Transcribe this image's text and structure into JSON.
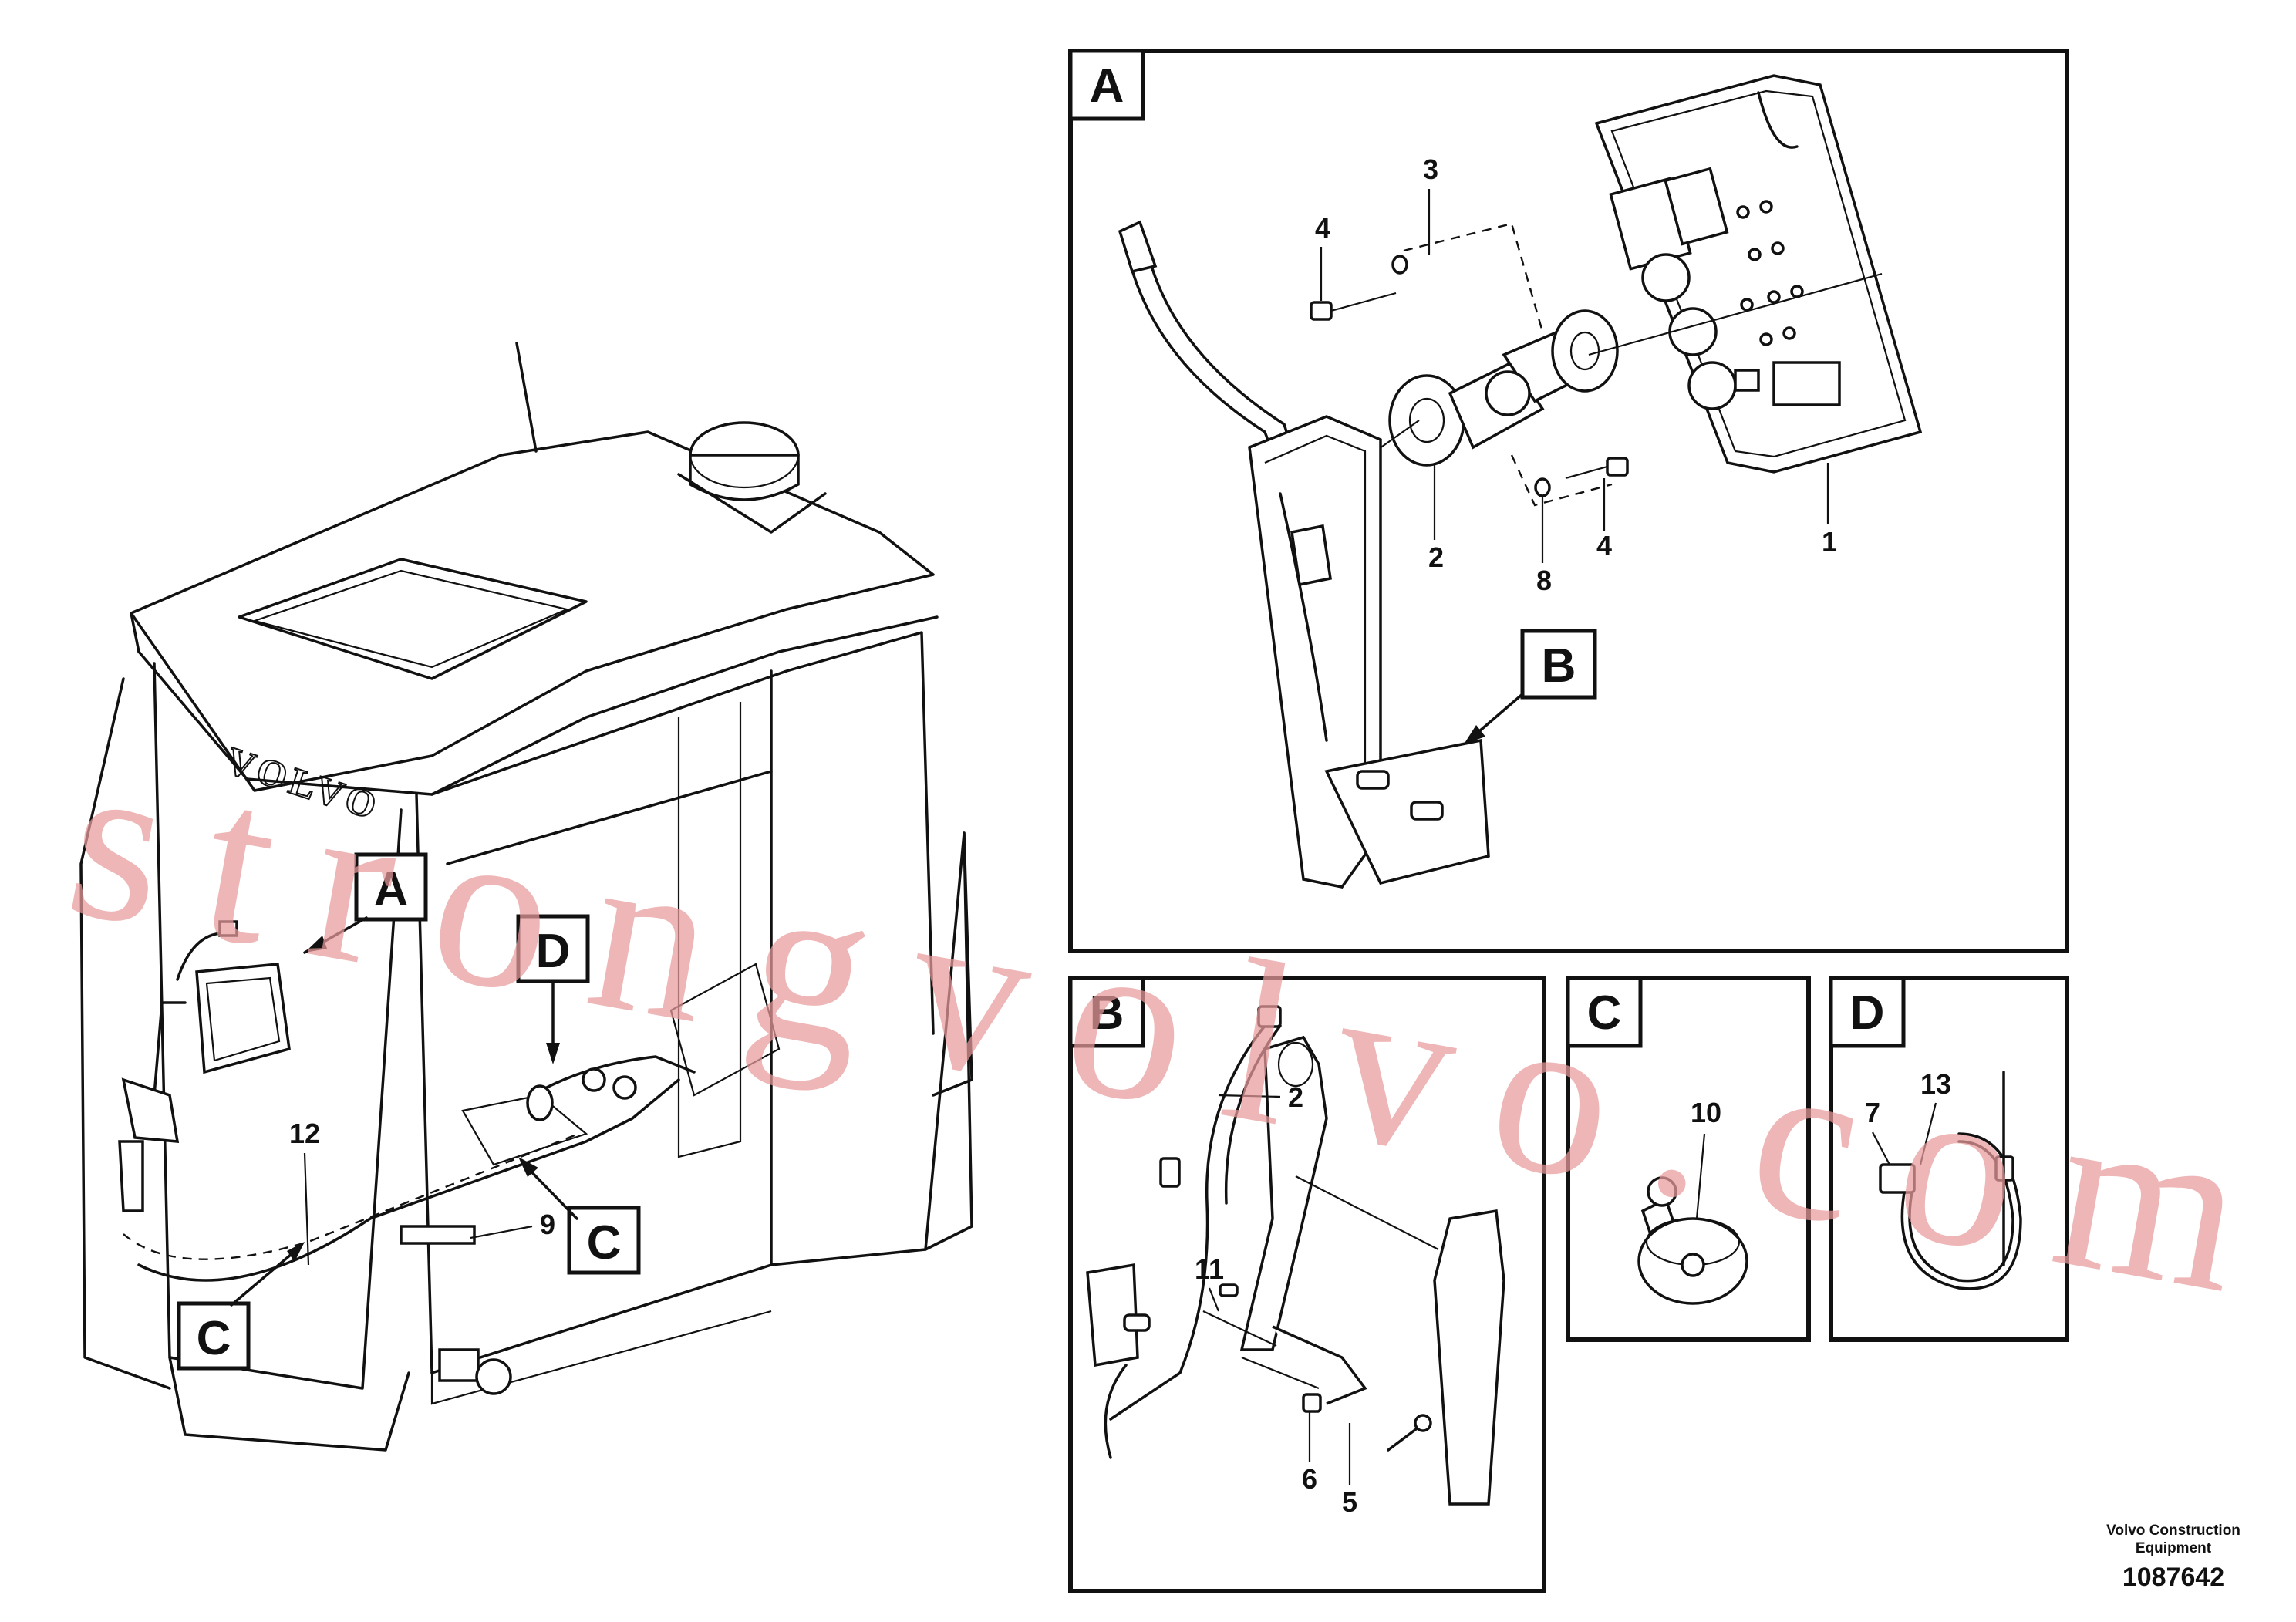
{
  "callouts": {
    "c1": "1",
    "c2": "2",
    "c3": "3",
    "c4a": "4",
    "c4b": "4",
    "c8": "8",
    "c2b": "2",
    "c11": "11",
    "c6": "6",
    "c5": "5",
    "c10": "10",
    "c13": "13",
    "c7": "7",
    "c12": "12",
    "c9": "9"
  },
  "detail_labels": {
    "panel_a": "A",
    "panel_b": "B",
    "panel_c": "C",
    "panel_d": "D",
    "ref_b_in_a": "B",
    "cab_a": "A",
    "cab_d": "D",
    "cab_c1": "C",
    "cab_c2": "C"
  },
  "cab_brand": "VOLVO",
  "watermark": "strongvolvo.com",
  "footer": {
    "company_line1": "Volvo Construction",
    "company_line2": "Equipment",
    "drawing_number": "1087642"
  }
}
